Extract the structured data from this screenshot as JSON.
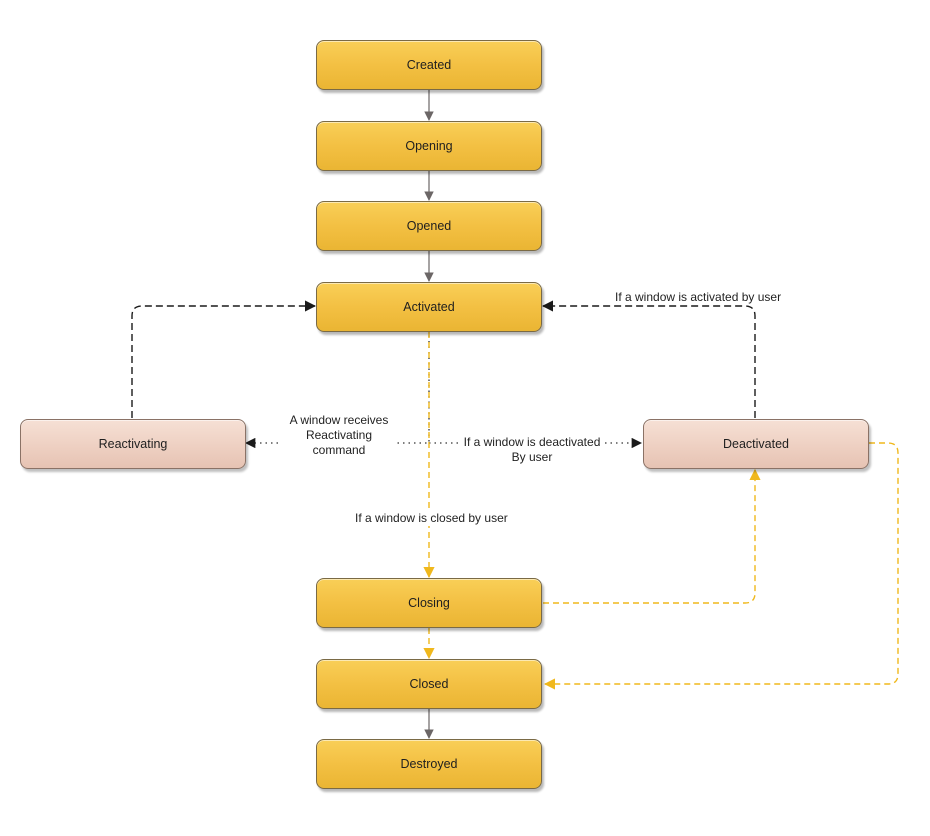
{
  "states": {
    "created": "Created",
    "opening": "Opening",
    "opened": "Opened",
    "activated": "Activated",
    "reactivating": "Reactivating",
    "deactivated": "Deactivated",
    "closing": "Closing",
    "closed": "Closed",
    "destroyed": "Destroyed"
  },
  "edge_labels": {
    "activated_by_user": "If a window is activated by user",
    "receives_reactivating_line1": "A window receives",
    "receives_reactivating_line2": "Reactivating",
    "receives_reactivating_line3": "command",
    "deactivated_line1": "If a window is deactivated",
    "deactivated_line2": "By user",
    "closed_by_user": "If a window is closed by user"
  },
  "colors": {
    "primary_fill": "#f3c043",
    "secondary_fill": "#eed0c2",
    "solid_arrow": "#6b6666",
    "dashed_black": "#1a1a1a",
    "dashed_yellow": "#f0b81c",
    "dotted": "#333333"
  }
}
